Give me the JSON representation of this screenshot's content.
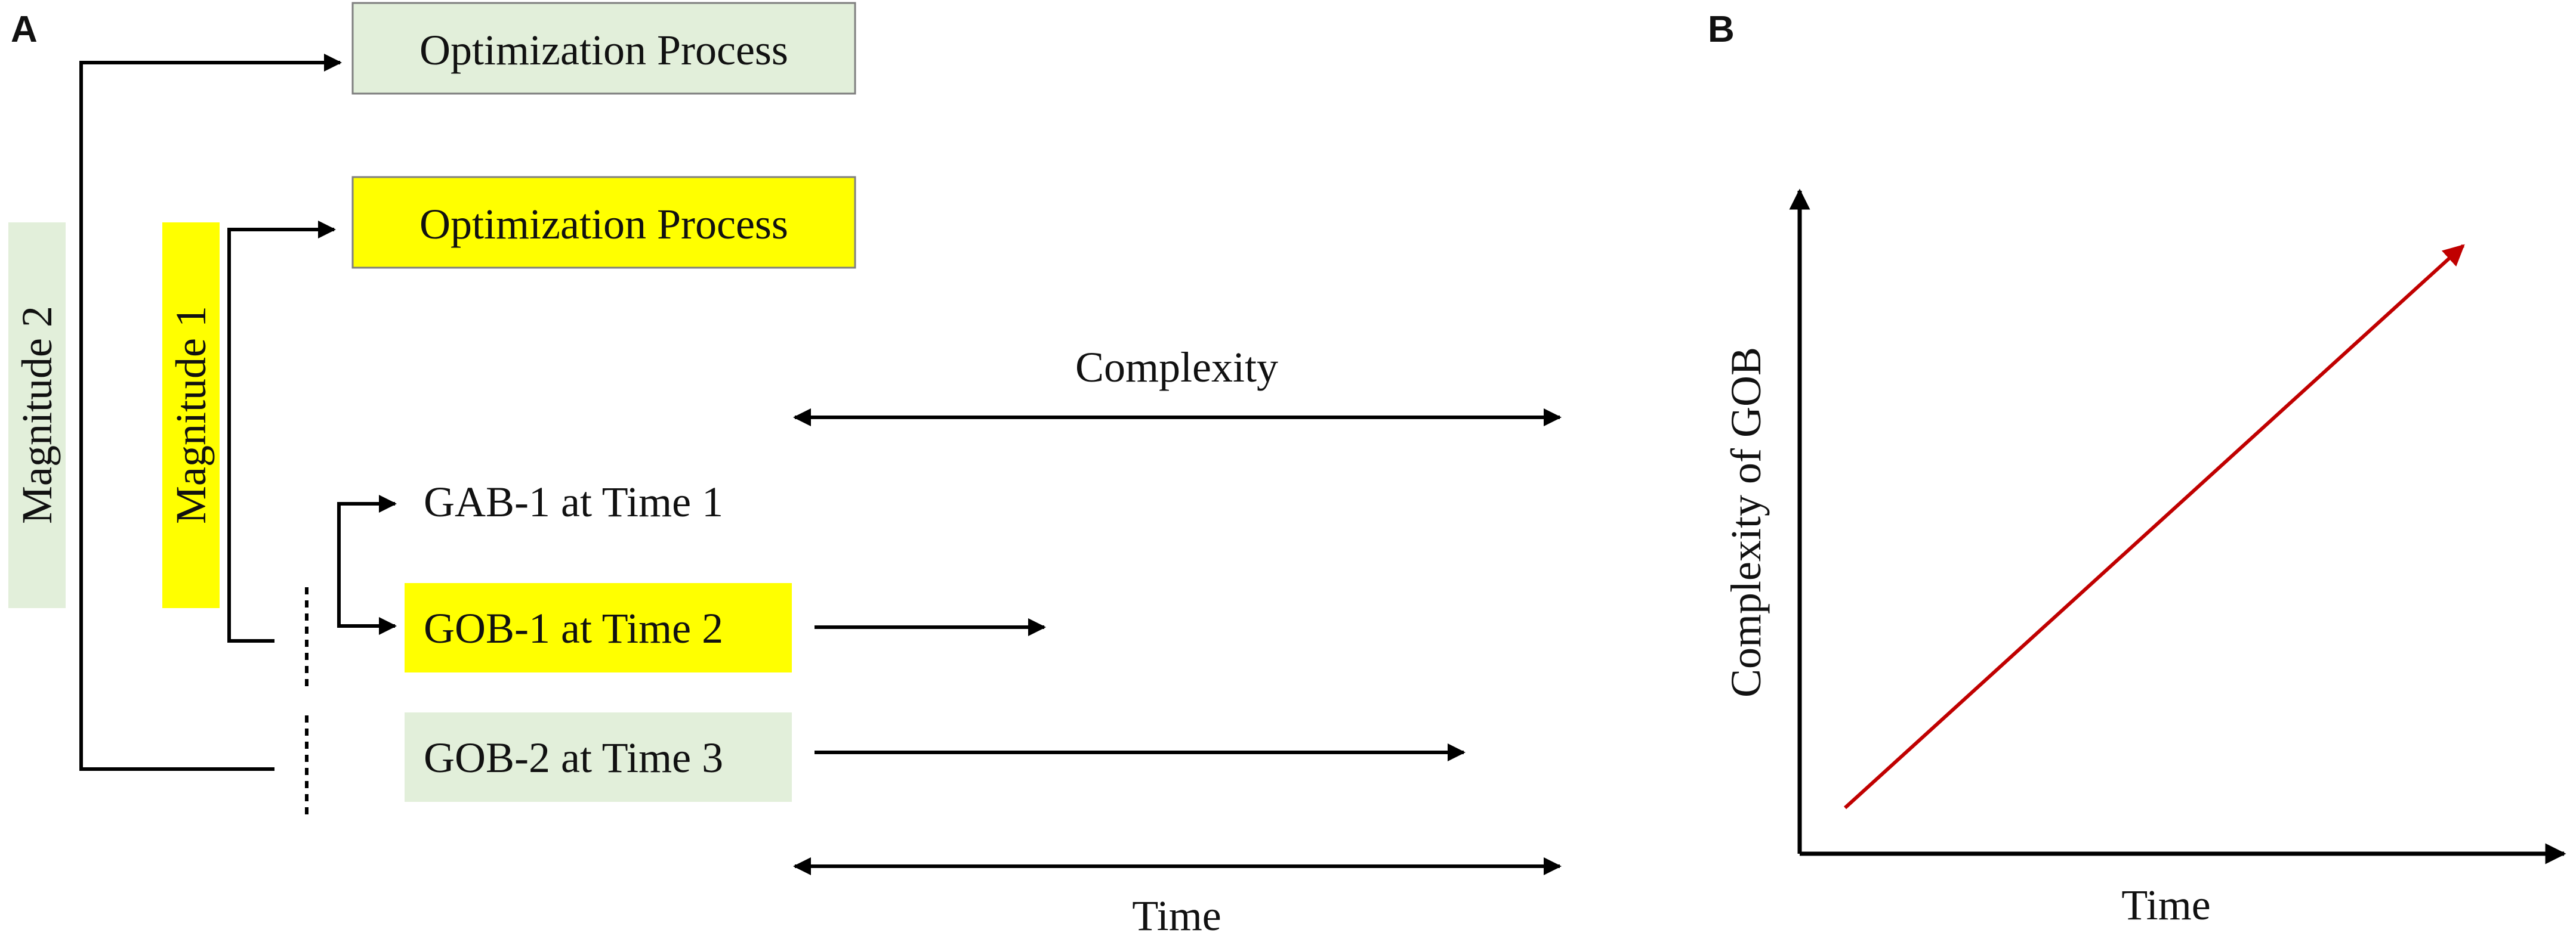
{
  "panel_a": {
    "label": "A",
    "top_box": "Optimization Process",
    "mid_box": "Optimization Process",
    "magnitude_2": "Magnitude 2",
    "magnitude_1": "Magnitude 1",
    "complexity_label": "Complexity",
    "time_label": "Time",
    "gab1": "GAB-1 at Time 1",
    "gob1": "GOB-1 at Time 2",
    "gob2": "GOB-2 at Time 3"
  },
  "panel_b": {
    "label": "B",
    "y_axis": "Complexity of GOB",
    "x_axis": "Time"
  },
  "colors": {
    "yellow": "#ffff00",
    "light_green": "#e2efda",
    "arrow_black": "#000000",
    "trend_red": "#c00000"
  }
}
